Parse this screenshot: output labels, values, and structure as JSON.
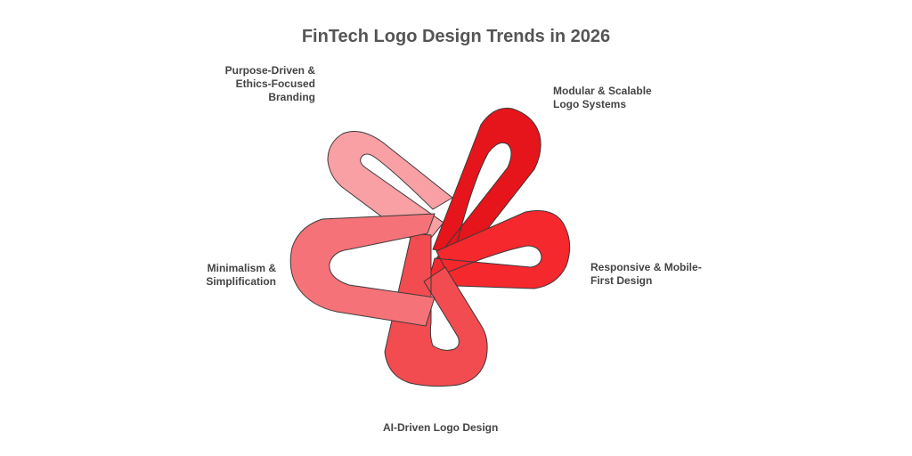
{
  "title": "FinTech Logo Design Trends in 2026",
  "items": [
    {
      "lines": [
        "Purpose-Driven &",
        "Ethics-Focused",
        "Branding"
      ],
      "color": "#f8a0a4"
    },
    {
      "lines": [
        "Modular & Scalable",
        "Logo Systems"
      ],
      "color": "#e5151b"
    },
    {
      "lines": [
        "Responsive & Mobile-",
        "First Design"
      ],
      "color": "#f5282e"
    },
    {
      "lines": [
        "AI-Driven Logo Design"
      ],
      "color": "#f24b50"
    },
    {
      "lines": [
        "Minimalism &",
        "Simplification"
      ],
      "color": "#f57378"
    }
  ]
}
